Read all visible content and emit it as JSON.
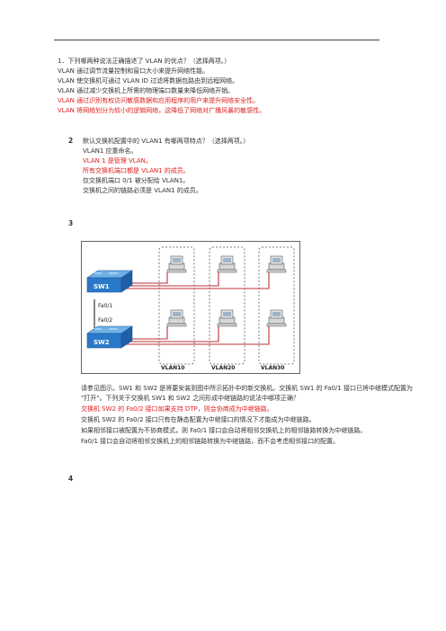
{
  "q1": {
    "question": "1．下列哪两种说法正确描述了 VLAN 的优点？（选择两项。）",
    "options": [
      {
        "text": "VLAN 通过调节流量控制和窗口大小来提升网络性能。",
        "correct": false
      },
      {
        "text": "VLAN 使交换机可通过 VLAN ID 过滤将数据包路由到远程网络。",
        "correct": false
      },
      {
        "text": "VLAN 通过减少交换机上所需的物理端口数量来降低网络开销。",
        "correct": false
      },
      {
        "text": "VLAN 通过识别有权访问敏感数据和应用程序的用户来提升网络安全性。",
        "correct": true
      },
      {
        "text": "VLAN 将网络划分为较小的逻辑网络，这降低了网络对广播风暴的敏感性。",
        "correct": true
      }
    ]
  },
  "q2": {
    "number": "2",
    "question": "默认交换机配置中的 VLAN1 有哪两项特点？（选择两项。）",
    "options": [
      {
        "text": "VLAN1 应重命名。",
        "correct": false
      },
      {
        "text": "VLAN 1 是管理 VLAN。",
        "correct": true
      },
      {
        "text": "所有交换机端口都是 VLAN1 的成员。",
        "correct": true
      },
      {
        "text": "仅交换机端口 0/1 被分配给 VLAN1。",
        "correct": false
      },
      {
        "text": "交换机之间的链路必须是 VLAN1 的成员。",
        "correct": false
      }
    ]
  },
  "q3": {
    "number": "3",
    "diagram": {
      "switch1": "SW1",
      "switch2": "SW2",
      "port1": "Fa0/1",
      "port2": "Fa0/2",
      "vlans": [
        "VLAN10",
        "VLAN20",
        "VLAN30"
      ]
    },
    "question_line1": "请参见图示。SW1 和 SW2 是将要安装到图中所示拓扑中的新交换机。交换机 SW1 的 Fa0/1 接口已将中继模式配置为",
    "question_line2": "\"打开\"。下列关于交换机 SW1 和 SW2 之间形成中继链路的说法中哪项正确？",
    "options": [
      {
        "text": "交换机 SW2 的 Fa0/2 接口如果支持 DTP，则会协商成为中继链路。",
        "correct": true
      },
      {
        "text": "交换机 SW2 的 Fa0/2 接口只有在静态配置为中继接口的情况下才能成为中继链路。",
        "correct": false
      },
      {
        "text": "如果相邻接口被配置为不协商模式，则 Fa0/1 接口会自动将相邻交换机上的相邻链路转换为中继链路。",
        "correct": false
      },
      {
        "text": "Fa0/1 接口会自动将相邻交换机上的相邻链路转换为中继链路，而不会考虑相邻接口的配置。",
        "correct": false
      }
    ]
  },
  "q4": {
    "number": "4"
  },
  "colors": {
    "correct": "#e02020",
    "normal": "#333333",
    "cable": "#c0303a",
    "switch": "#2a78c8"
  }
}
